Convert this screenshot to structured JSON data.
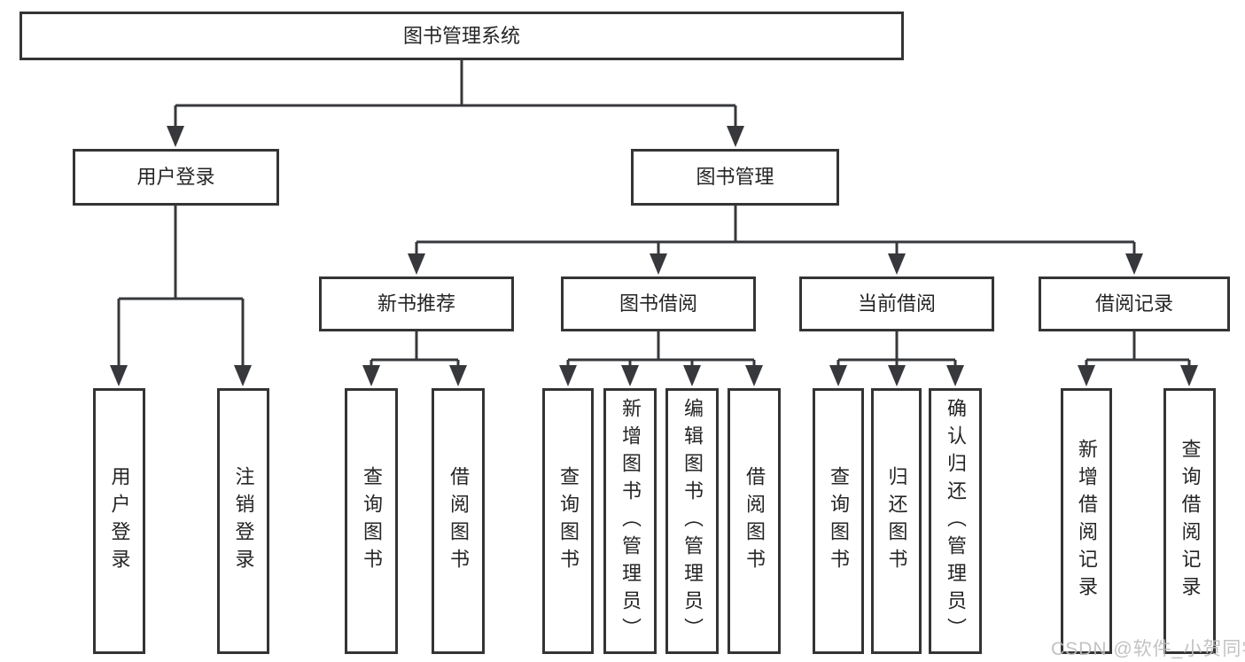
{
  "diagram": {
    "title": "图书管理系统",
    "tree": {
      "label": "图书管理系统",
      "children": [
        {
          "label": "用户登录",
          "children": [
            {
              "label": "用户登录"
            },
            {
              "label": "注销登录"
            }
          ]
        },
        {
          "label": "图书管理",
          "children": [
            {
              "label": "新书推荐",
              "children": [
                {
                  "label": "查询图书"
                },
                {
                  "label": "借阅图书"
                }
              ]
            },
            {
              "label": "图书借阅",
              "children": [
                {
                  "label": "查询图书"
                },
                {
                  "label": "新增图书（管理员）"
                },
                {
                  "label": "编辑图书（管理员）"
                },
                {
                  "label": "借阅图书"
                }
              ]
            },
            {
              "label": "当前借阅",
              "children": [
                {
                  "label": "查询图书"
                },
                {
                  "label": "归还图书"
                },
                {
                  "label": "确认归还（管理员）"
                }
              ]
            },
            {
              "label": "借阅记录",
              "children": [
                {
                  "label": "新增借阅记录"
                },
                {
                  "label": "查询借阅记录"
                }
              ]
            }
          ]
        }
      ]
    },
    "colors": {
      "line": "#36383b",
      "box_border": "#343434",
      "box_fill": "#ffffff",
      "text": "#252525",
      "watermark": "#bdbdbd"
    },
    "watermark": "CSDN @软件_小贺同学"
  }
}
